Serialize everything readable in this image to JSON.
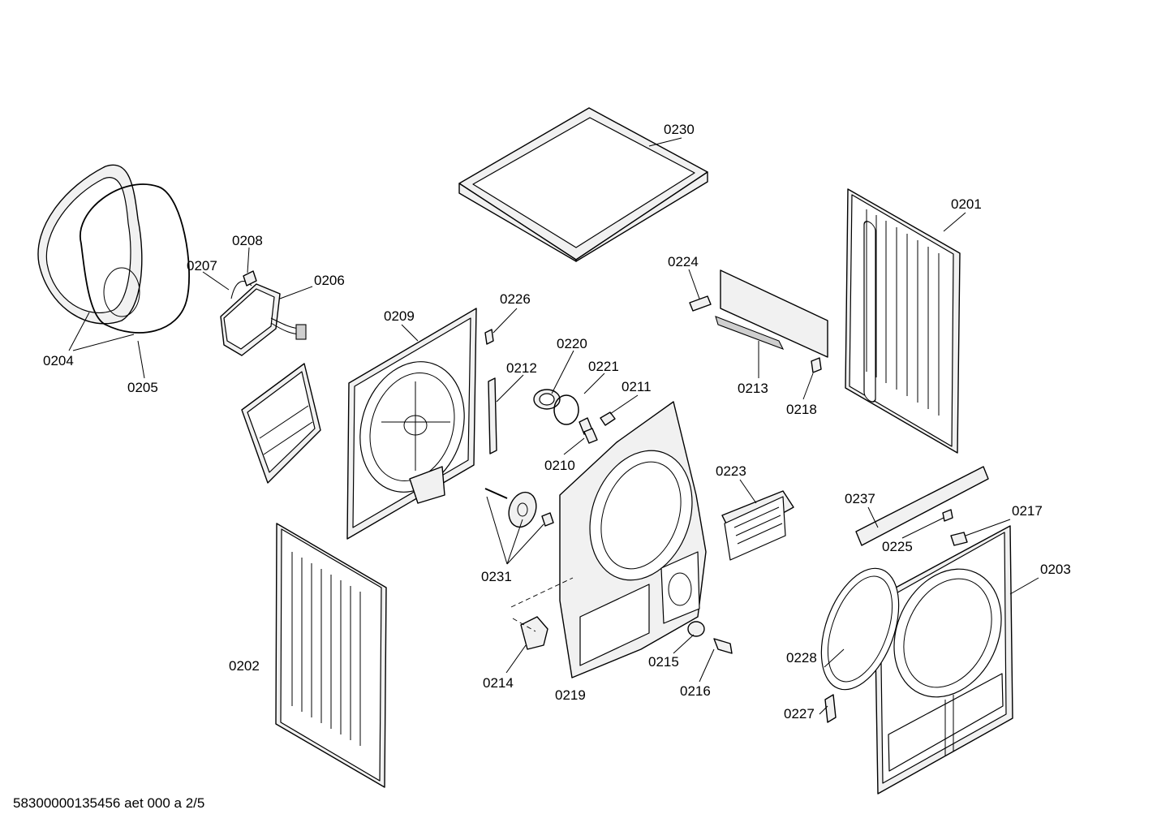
{
  "document_id": "58300000135456 aet 000 a 2/5",
  "callouts": {
    "c0201": "0201",
    "c0202": "0202",
    "c0203": "0203",
    "c0204": "0204",
    "c0205": "0205",
    "c0206": "0206",
    "c0207": "0207",
    "c0208": "0208",
    "c0209": "0209",
    "c0210": "0210",
    "c0211": "0211",
    "c0212": "0212",
    "c0213": "0213",
    "c0214": "0214",
    "c0215": "0215",
    "c0216": "0216",
    "c0217": "0217",
    "c0218": "0218",
    "c0219": "0219",
    "c0220": "0220",
    "c0221": "0221",
    "c0223": "0223",
    "c0224": "0224",
    "c0225": "0225",
    "c0226": "0226",
    "c0227": "0227",
    "c0228": "0228",
    "c0230": "0230",
    "c0231": "0231",
    "c0237": "0237"
  }
}
